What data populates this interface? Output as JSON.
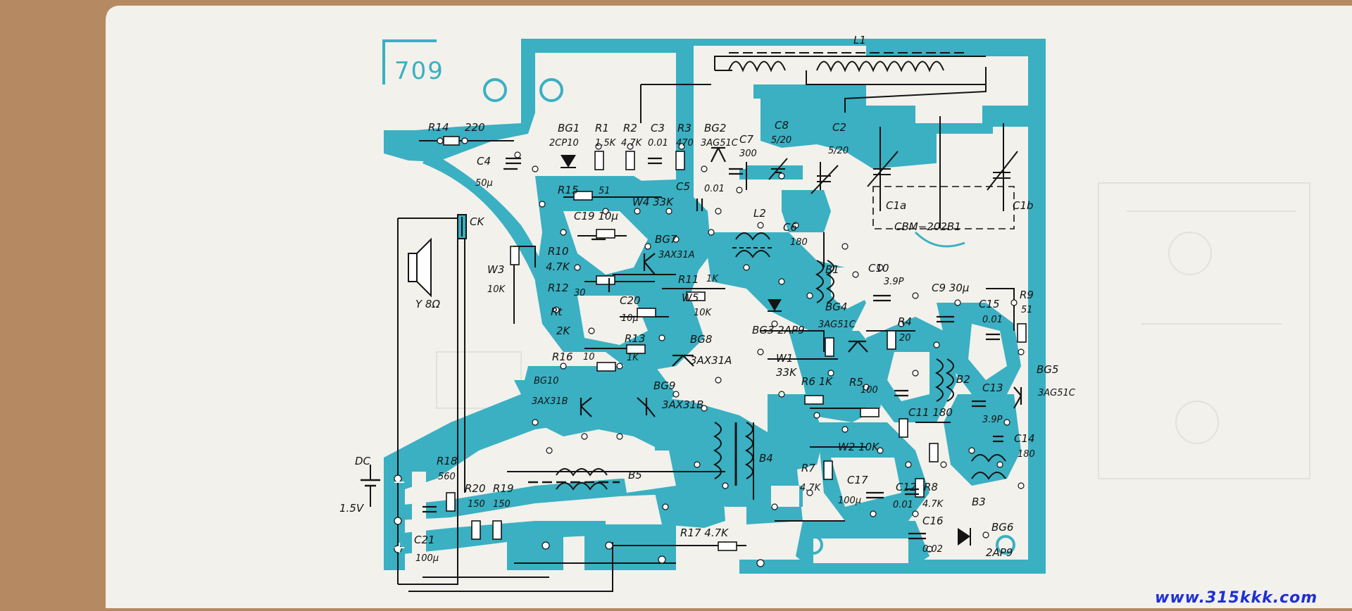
{
  "board": {
    "model": "709",
    "watermark": "www.315kkk.com",
    "colors": {
      "trace": "#3ab0c2",
      "paper": "#f2f1ec",
      "ink": "#141414",
      "background": "#b58a63",
      "watermark": "#1f2fd6"
    }
  },
  "labels": {
    "L1": "L1",
    "R14": "R14",
    "v220": "220",
    "C4": "C4",
    "v50u": "50μ",
    "BG1": "BG1",
    "v2CP10": "2CP10",
    "R1": "R1",
    "v15K": "1.5K",
    "R2": "R2",
    "v47K": "4.7K",
    "C3": "C3",
    "v001": "0.01",
    "R3": "R3",
    "v470": "470",
    "BG2": "BG2",
    "v3AG51C": "3AG51C",
    "C7": "C7",
    "v300": "300",
    "C8": "C8",
    "v5_20": "5/20",
    "C2": "C2",
    "v5_20b": "5/20",
    "C1a": "C1a",
    "C1b": "C1b",
    "CBM": "CBM−202B1",
    "R15": "R15",
    "v51": "51",
    "C5": "C5",
    "v001b": "0.01",
    "W4": "W4 33K",
    "CK": "CK",
    "C19": "C19 10μ",
    "L2": "L2",
    "C6": "C6",
    "v180": "180",
    "R10": "R10",
    "v47Kb": "4.7K",
    "BG7": "BG7",
    "v3AX31A": "3AX31A",
    "W3": "W3",
    "v10K": "10K",
    "R12": "R12",
    "v30": "30",
    "R11": "R11",
    "v1K": "1K",
    "B1": "B1",
    "C10": "C10",
    "v39P": "3.9P",
    "C9": "C9 30μ",
    "R9": "R9",
    "v51b": "51",
    "Y": "Y 8Ω",
    "C20": "C20",
    "v10u": "10μ",
    "W5": "W5",
    "v10K2": "10K",
    "BG3": "BG3 2AP9",
    "BG4": "BG4",
    "v3AG51Cb": "3AG51C",
    "R4": "R4",
    "v20": "20",
    "C15": "C15",
    "v001c": "0.01",
    "Rtx": "Rt",
    "v2K": "2K",
    "R13": "R13",
    "v1K2": "1K",
    "BG8": "BG8",
    "v3AX31A2": "3AX31A",
    "R16": "R16",
    "v10": "10",
    "W1": "W1",
    "v33K": "33K",
    "R6": "R6 1K",
    "R5": "R5",
    "v100": "100",
    "B2": "B2",
    "BG5": "BG5",
    "v3AG51C2": "3AG51C",
    "BG10": "BG10",
    "v3AX31B": "3AX31B",
    "BG9": "BG9",
    "v3AX31B2": "3AX31B",
    "C13": "C13",
    "v39P2": "3.9P",
    "C11": "C11 180",
    "W2": "W2 10K",
    "C14": "C14",
    "v180b": "180",
    "B4": "B4",
    "DC": "DC",
    "v15V": "1.5V",
    "R18": "R18",
    "v560": "560",
    "R20": "R20",
    "R19": "R19",
    "v150a": "150",
    "v150b": "150",
    "B5": "B5",
    "R7": "R7",
    "v47Kc": "4.7K",
    "C17": "C17",
    "v100u": "100μ",
    "C12": "C12",
    "v001d": "0.01",
    "R8": "R8",
    "v47Kd": "4.7K",
    "B3": "B3",
    "C21": "C21",
    "v100u2": "100μ",
    "R17": "R17 4.7K",
    "C16": "C16",
    "v002": "0.02",
    "BG6": "BG6",
    "v2AP9": "2AP9",
    "minus": "−",
    "plus": "+"
  }
}
